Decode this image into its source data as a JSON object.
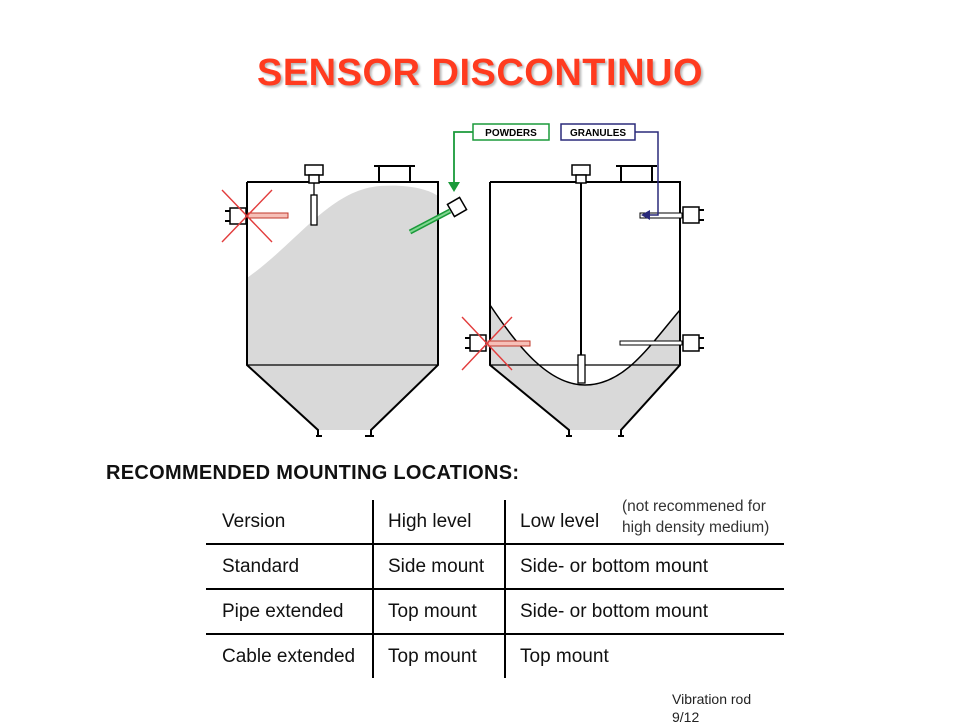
{
  "title": "SENSOR DISCONTINUO",
  "diagram": {
    "label_powders": "POWDERS",
    "label_granules": "GRANULES",
    "colors": {
      "powders": "#1a9a3a",
      "granules": "#2a2a7a",
      "reject": "#e23c3c",
      "material": "#d9d9d9",
      "title": "#ff3b1f"
    }
  },
  "subtitle": "RECOMMENDED MOUNTING LOCATIONS:",
  "note": {
    "line1": "(not recommened for",
    "line2": "high density medium)"
  },
  "table": {
    "headers": [
      "Version",
      "High level",
      "Low level"
    ],
    "rows": [
      [
        "Standard",
        "Side mount",
        "Side- or bottom mount"
      ],
      [
        "Pipe extended",
        "Top mount",
        "Side- or bottom mount"
      ],
      [
        "Cable extended",
        "Top mount",
        "Top mount"
      ]
    ]
  },
  "footer": {
    "line1": "Vibration  rod",
    "line2": "9/12"
  }
}
